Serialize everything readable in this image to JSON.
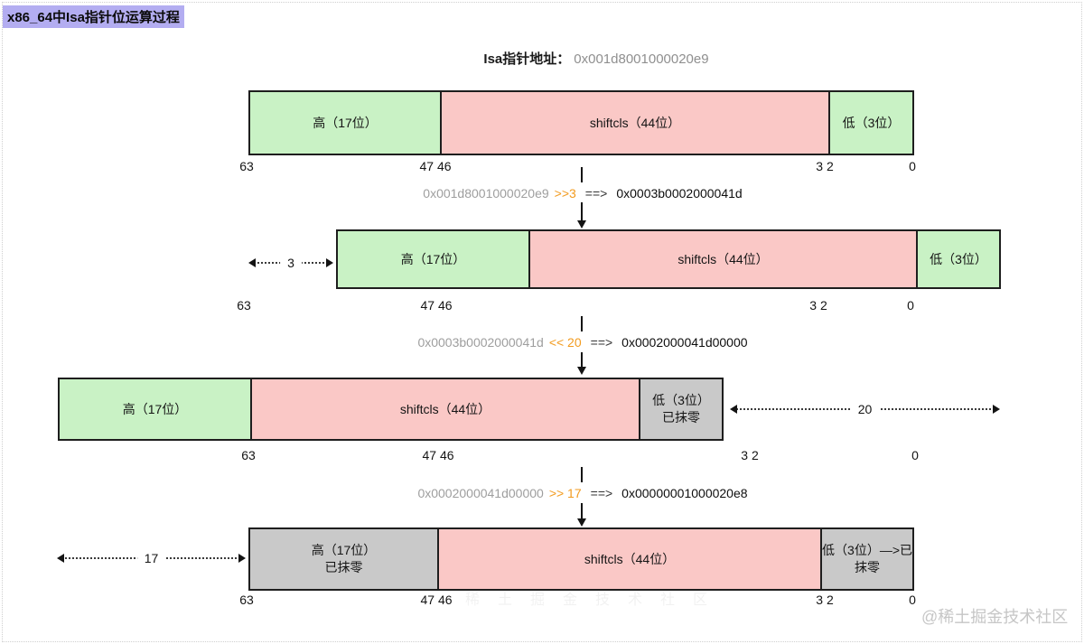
{
  "page": {
    "title": "x86_64中Isa指针位运算过程",
    "watermark": "@稀土掘金技术社区",
    "ghost_watermark": "稀土掘金技术社区"
  },
  "header": {
    "label": "Isa指针地址：",
    "value": "0x001d8001000020e9"
  },
  "colors": {
    "segment_green": "#c9f2c5",
    "segment_pink": "#fac8c6",
    "segment_gray": "#c9c9c9",
    "shift_orange": "#f29b1f",
    "hex_gray": "#9e9e9e",
    "title_highlight": "#b3adf1"
  },
  "rows": [
    {
      "segments": [
        {
          "kind": "green",
          "lines": [
            "高（17位）"
          ]
        },
        {
          "kind": "pink",
          "lines": [
            "shiftcls（44位）"
          ]
        },
        {
          "kind": "green",
          "lines": [
            "低（3位）"
          ]
        }
      ],
      "ticks": [
        {
          "label": "63"
        },
        {
          "label": "47 46"
        },
        {
          "label": "3 2"
        },
        {
          "label": "0"
        }
      ]
    },
    {
      "shift_label": "3",
      "segments": [
        {
          "kind": "green",
          "lines": [
            "高（17位）"
          ]
        },
        {
          "kind": "pink",
          "lines": [
            "shiftcls（44位）"
          ]
        },
        {
          "kind": "green",
          "lines": [
            "低（3位）"
          ]
        }
      ],
      "ticks": [
        {
          "label": "63"
        },
        {
          "label": "47 46"
        },
        {
          "label": "3 2"
        },
        {
          "label": "0"
        }
      ]
    },
    {
      "shift_label": "20",
      "segments": [
        {
          "kind": "green",
          "lines": [
            "高（17位）"
          ]
        },
        {
          "kind": "pink",
          "lines": [
            "shiftcls（44位）"
          ]
        },
        {
          "kind": "gray",
          "lines": [
            "低（3位）",
            "已抹零"
          ]
        }
      ],
      "ticks": [
        {
          "label": "63"
        },
        {
          "label": "47 46"
        },
        {
          "label": "3 2"
        },
        {
          "label": "0"
        }
      ]
    },
    {
      "shift_label": "17",
      "segments": [
        {
          "kind": "gray",
          "lines": [
            "高（17位）",
            "已抹零"
          ]
        },
        {
          "kind": "pink",
          "lines": [
            "shiftcls（44位）"
          ]
        },
        {
          "kind": "gray",
          "lines": [
            "低（3位）—>已",
            "抹零"
          ]
        }
      ],
      "ticks": [
        {
          "label": "63"
        },
        {
          "label": "47 46"
        },
        {
          "label": "3 2"
        },
        {
          "label": "0"
        }
      ]
    }
  ],
  "operations": [
    {
      "input": "0x001d8001000020e9",
      "op": ">>3",
      "eq": "==>",
      "result": "0x0003b0002000041d"
    },
    {
      "input": "0x0003b0002000041d",
      "op": "<< 20",
      "eq": "==>",
      "result": "0x0002000041d00000"
    },
    {
      "input": "0x0002000041d00000",
      "op": ">> 17",
      "eq": "==>",
      "result": "0x00000001000020e8"
    }
  ]
}
